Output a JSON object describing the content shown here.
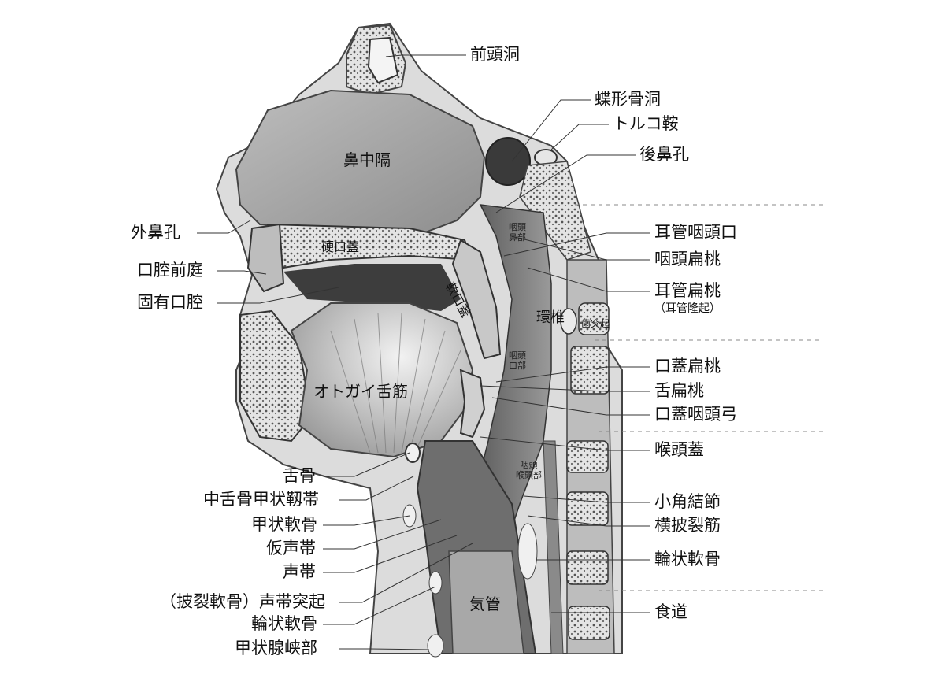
{
  "labels_right": {
    "frontal_sinus": "前頭洞",
    "sphenoid_sinus": "蝶形骨洞",
    "sella_turcica": "トルコ鞍",
    "choanae": "後鼻孔",
    "pharyngeal_opening_auditory_tube": "耳管咽頭口",
    "pharyngeal_tonsil": "咽頭扁桃",
    "tubal_tonsil": "耳管扁桃",
    "tubal_tonsil_sub": "（耳管隆起）",
    "palatine_tonsil": "口蓋扁桃",
    "lingual_tonsil": "舌扁桃",
    "palatopharyngeal_arch": "口蓋咽頭弓",
    "epiglottis": "喉頭蓋",
    "corniculate_tubercle": "小角結節",
    "transverse_arytenoid": "横披裂筋",
    "cricoid_cartilage_right": "輪状軟骨",
    "esophagus": "食道"
  },
  "labels_left": {
    "nostril": "外鼻孔",
    "oral_vestibule": "口腔前庭",
    "oral_cavity_proper": "固有口腔",
    "hyoid": "舌骨",
    "median_thyrohyoid_ligament": "中舌骨甲状靱帯",
    "thyroid_cartilage": "甲状軟骨",
    "vestibular_fold": "仮声帯",
    "vocal_fold": "声帯",
    "vocal_process": "（披裂軟骨）声帯突起",
    "cricoid_cartilage_left": "輪状軟骨",
    "thyroid_isthmus": "甲状腺峡部"
  },
  "labels_inside": {
    "nasal_septum": "鼻中隔",
    "hard_palate": "硬口蓋",
    "soft_palate": "軟口蓋",
    "atlas": "環椎",
    "dens": "歯突起",
    "genioglossus": "オトガイ舌筋",
    "trachea": "気管",
    "nasopharynx": "咽頭\n鼻部",
    "oropharynx": "咽頭\n口部",
    "laryngopharynx": "咽頭\n喉頭部"
  },
  "colors": {
    "line": "#333333",
    "dash": "#888888",
    "tissue": "#9a9a9a",
    "bone": "#d8d8d8"
  }
}
